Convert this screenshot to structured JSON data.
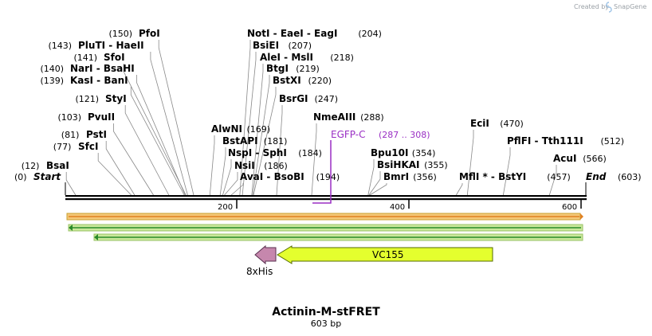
{
  "credit": {
    "prefix": "Created by",
    "brand": "SnapGene"
  },
  "map": {
    "name": "Actinin-M-stFRET",
    "length_label": "603 bp",
    "length": 603
  },
  "ends": {
    "start_label": "Start",
    "start_pos": "(0)",
    "end_label": "End",
    "end_pos": "(603)"
  },
  "ruler": {
    "ticks": [
      "200",
      "400",
      "600"
    ]
  },
  "sites": [
    {
      "id": "bsai",
      "name": "BsaI",
      "pos": "(12)",
      "bp": 12
    },
    {
      "id": "sfci",
      "name": "SfcI",
      "pos": "(77)",
      "bp": 77
    },
    {
      "id": "psti",
      "name": "PstI",
      "pos": "(81)",
      "bp": 81
    },
    {
      "id": "pvuii",
      "name": "PvuII",
      "pos": "(103)",
      "bp": 103
    },
    {
      "id": "styi",
      "name": "StyI",
      "pos": "(121)",
      "bp": 121
    },
    {
      "id": "kasi",
      "name": "KasI - BanI",
      "pos": "(139)",
      "bp": 139
    },
    {
      "id": "nari",
      "name": "NarI - BsaHI",
      "pos": "(140)",
      "bp": 140
    },
    {
      "id": "sfoi",
      "name": "SfoI",
      "pos": "(141)",
      "bp": 141
    },
    {
      "id": "pluti",
      "name": "PluTI - HaeII",
      "pos": "(143)",
      "bp": 143
    },
    {
      "id": "pfoi",
      "name": "PfoI",
      "pos": "(150)",
      "bp": 150
    },
    {
      "id": "alwni",
      "name": "AlwNI",
      "pos": "(169)",
      "bp": 169
    },
    {
      "id": "bstapi",
      "name": "BstAPI",
      "pos": "(181)",
      "bp": 181
    },
    {
      "id": "nspi",
      "name": "NspI - SphI",
      "pos": "(184)",
      "bp": 184
    },
    {
      "id": "nsii",
      "name": "NsiI",
      "pos": "(186)",
      "bp": 186
    },
    {
      "id": "avai",
      "name": "AvaI - BsoBI",
      "pos": "(194)",
      "bp": 194
    },
    {
      "id": "noti",
      "name": "NotI - EaeI - EagI",
      "pos": "(204)",
      "bp": 204
    },
    {
      "id": "bsiei",
      "name": "BsiEI",
      "pos": "(207)",
      "bp": 207
    },
    {
      "id": "alei",
      "name": "AleI - MslI",
      "pos": "(218)",
      "bp": 218
    },
    {
      "id": "btgi",
      "name": "BtgI",
      "pos": "(219)",
      "bp": 219
    },
    {
      "id": "bstxi",
      "name": "BstXI",
      "pos": "(220)",
      "bp": 220
    },
    {
      "id": "bsrgi",
      "name": "BsrGI",
      "pos": "(247)",
      "bp": 247
    },
    {
      "id": "nmeaiii",
      "name": "NmeAIII",
      "pos": "(288)",
      "bp": 288
    },
    {
      "id": "bpu10i",
      "name": "Bpu10I",
      "pos": "(354)",
      "bp": 354
    },
    {
      "id": "bsihkai",
      "name": "BsiHKAI",
      "pos": "(355)",
      "bp": 355
    },
    {
      "id": "bmri",
      "name": "BmrI",
      "pos": "(356)",
      "bp": 356
    },
    {
      "id": "mfli",
      "name": "MflI * - BstYI",
      "pos": "(457)",
      "bp": 457
    },
    {
      "id": "ecii",
      "name": "EciI",
      "pos": "(470)",
      "bp": 470
    },
    {
      "id": "pflfi",
      "name": "PflFI - Tth111I",
      "pos": "(512)",
      "bp": 512
    },
    {
      "id": "acui",
      "name": "AcuI",
      "pos": "(566)",
      "bp": 566
    }
  ],
  "primer": {
    "name": "EGFP-C",
    "range": "(287 .. 308)",
    "start": 287,
    "end": 308
  },
  "features": {
    "vc155": {
      "name": "VC155"
    },
    "his": {
      "name": "8xHis"
    }
  },
  "colors": {
    "feature_text": "#9a2fc4",
    "orf_fill": "#f5c878",
    "orf_border": "#c8a030",
    "orf_line": "#e08020",
    "green_fill": "#c9e89a",
    "green_line": "#2a8a2a",
    "vc155_fill": "#e4ff2e",
    "his_fill": "#c687ad"
  }
}
